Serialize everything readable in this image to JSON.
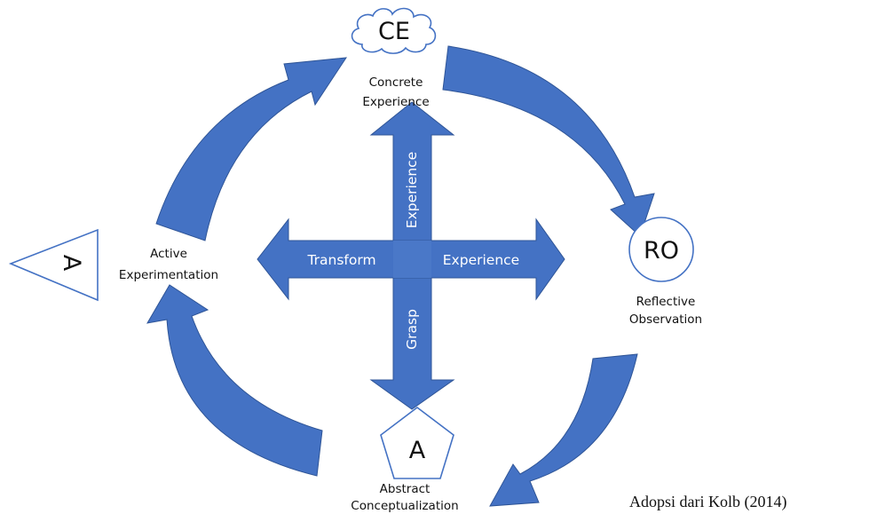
{
  "colors": {
    "arrow_fill": "#4472c4",
    "arrow_stroke": "#2f5597",
    "shape_stroke": "#4472c4",
    "text": "#111111",
    "axis_text": "#ffffff"
  },
  "stages": {
    "ce": {
      "symbol": "CE",
      "shape": "cloud",
      "label_1": "Concrete",
      "label_2": "Experience"
    },
    "ro": {
      "symbol": "RO",
      "shape": "circle",
      "label_1": "Reflective",
      "label_2": "Observation"
    },
    "ac": {
      "symbol": "A",
      "shape": "pentagon",
      "label_1": "Abstract",
      "label_2": "Conceptualization"
    },
    "ae": {
      "symbol": "A",
      "shape": "triangle",
      "label_1": "Active",
      "label_2": "Experimentation"
    }
  },
  "axes": {
    "vertical_top": "Experience",
    "vertical_bottom": "Grasp",
    "horizontal_left": "Transform",
    "horizontal_right": "Experience"
  },
  "source_note": "Adopsi dari Kolb (2014)"
}
